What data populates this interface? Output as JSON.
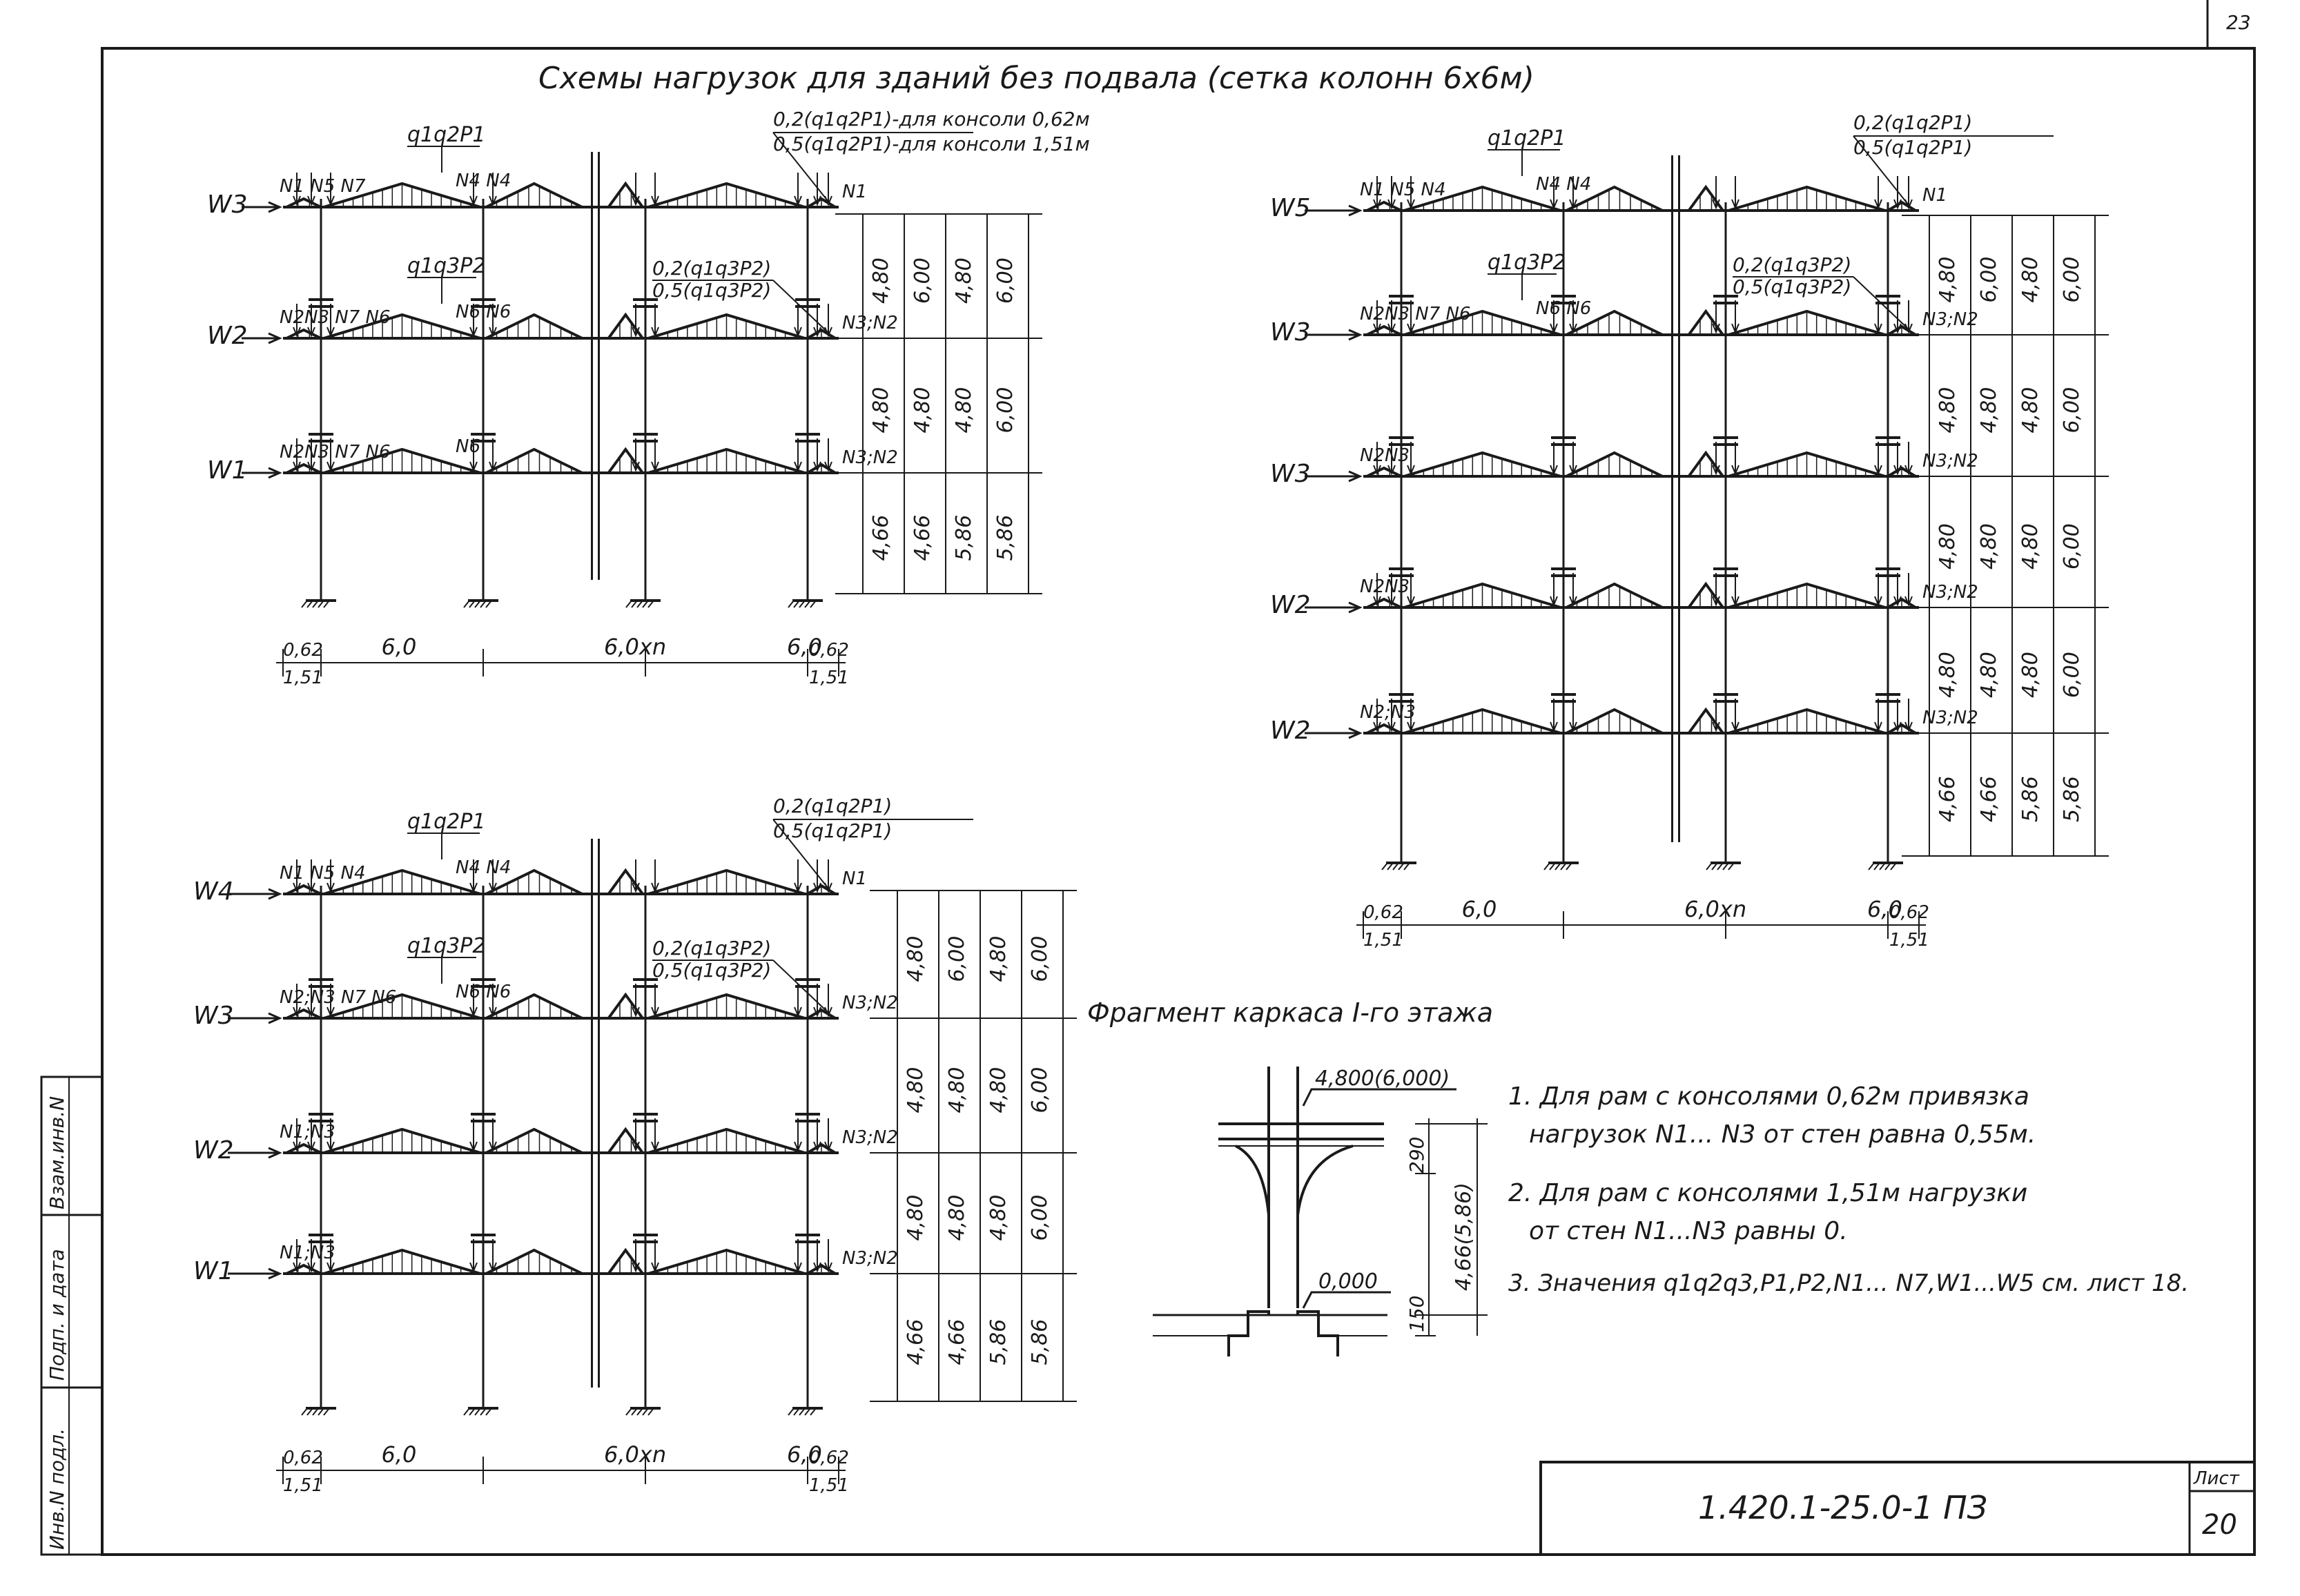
{
  "page_number": "23",
  "title": "Схемы нагрузок для зданий без подвала (сетка колонн 6х6м)",
  "frames": {
    "A": {
      "top_load": "q1q2P1",
      "mid_load": "q1q3P2",
      "cons_top_1": "0,2(q1q2P1)-для консоли 0,62м",
      "cons_top_2": "0,5(q1q2P1)-для консоли 1,51м",
      "cons_mid_1": "0,2(q1q3P2)",
      "cons_mid_2": "0,5(q1q3P2)",
      "winds": [
        "W3",
        "W2",
        "W1"
      ],
      "left_labels": [
        "N1 N5 N7",
        "N2N3 N7 N6",
        "N2N3 N7 N6"
      ],
      "center_labels": [
        "N4 N4",
        "N6 N6",
        "N6"
      ],
      "right_labels": [
        "N1",
        "N3;N2",
        "N3;N2"
      ],
      "dims": [
        [
          "4,80",
          "6,00",
          "4,80",
          "6,00"
        ],
        [
          "4,80",
          "4,80",
          "4,80",
          "6,00"
        ],
        [
          "4,66",
          "4,66",
          "5,86",
          "5,86"
        ]
      ],
      "spans": [
        "0,62",
        "6,0",
        "6,0xn",
        "6,0",
        "0,62"
      ],
      "span_sub": [
        "1,51",
        "1,51"
      ]
    },
    "B": {
      "top_load": "q1q2P1",
      "mid_load": "q1q3P2",
      "cons_top_1": "0,2(q1q2P1)",
      "cons_top_2": "0,5(q1q2P1)",
      "cons_mid_1": "0,2(q1q3P2)",
      "cons_mid_2": "0,5(q1q3P2)",
      "winds": [
        "W5",
        "W3",
        "W3",
        "W2",
        "W2"
      ],
      "left_labels": [
        "N1 N5 N4",
        "N2N3 N7 N6",
        "N2N3",
        "N2N3",
        "N2;N3"
      ],
      "center_labels": [
        "N4 N4",
        "N6 N6",
        "",
        "",
        ""
      ],
      "right_labels": [
        "N1",
        "N3;N2",
        "N3;N2",
        "N3;N2",
        "N3;N2"
      ],
      "dims": [
        [
          "4,80",
          "6,00",
          "4,80",
          "6,00"
        ],
        [
          "4,80",
          "4,80",
          "4,80",
          "6,00"
        ],
        [
          "4,80",
          "4,80",
          "4,80",
          "6,00"
        ],
        [
          "4,80",
          "4,80",
          "4,80",
          "6,00"
        ],
        [
          "4,66",
          "4,66",
          "5,86",
          "5,86"
        ]
      ],
      "spans": [
        "0,62",
        "6,0",
        "6,0xn",
        "6,0",
        "0,62"
      ],
      "span_sub": [
        "1,51",
        "1,51"
      ]
    },
    "C": {
      "top_load": "q1q2P1",
      "mid_load": "q1q3P2",
      "cons_top_1": "0,2(q1q2P1)",
      "cons_top_2": "0,5(q1q2P1)",
      "cons_mid_1": "0,2(q1q3P2)",
      "cons_mid_2": "0,5(q1q3P2)",
      "winds": [
        "W4",
        "W3",
        "W2",
        "W1"
      ],
      "left_labels": [
        "N1 N5 N4",
        "N2;N3 N7 N6",
        "N1;N3",
        "N1;N3"
      ],
      "center_labels": [
        "N4 N4",
        "N6 N6",
        "",
        ""
      ],
      "right_labels": [
        "N1",
        "N3;N2",
        "N3;N2",
        "N3;N2"
      ],
      "dims": [
        [
          "4,80",
          "6,00",
          "4,80",
          "6,00"
        ],
        [
          "4,80",
          "4,80",
          "4,80",
          "6,00"
        ],
        [
          "4,80",
          "4,80",
          "4,80",
          "6,00"
        ],
        [
          "4,66",
          "4,66",
          "5,86",
          "5,86"
        ]
      ],
      "spans": [
        "0,62",
        "6,0",
        "6,0xn",
        "6,0",
        "0,62"
      ],
      "span_sub": [
        "1,51",
        "1,51"
      ]
    }
  },
  "fragment": {
    "title": "Фрагмент каркаса I-го этажа",
    "top_mark": "4,800(6,000)",
    "zero_mark": "0,000",
    "dim_290": "290",
    "dim_150": "150",
    "dim_height": "4,66(5,86)"
  },
  "notes": [
    "1. Для рам с консолями 0,62м привязка",
    "нагрузок N1... N3 от стен равна 0,55м.",
    "2. Для рам с консолями 1,51м нагрузки",
    "от стен N1...N3 равны 0.",
    "3. Значения q1q2q3,P1,P2,N1... N7,W1...W5 см. лист 18."
  ],
  "stamp": {
    "code": "1.420.1-25.0-1 ПЗ",
    "sheet_label": "Лист",
    "sheet_number": "20",
    "side_cols": [
      "Инв.N подл.",
      "Подп. и дата",
      "Взам.инв.N"
    ]
  }
}
